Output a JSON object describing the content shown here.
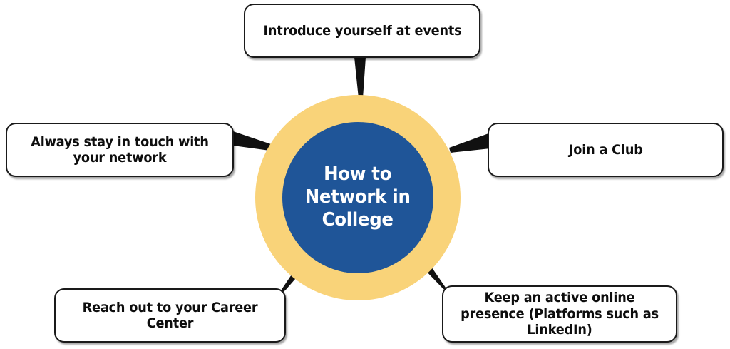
{
  "diagram": {
    "type": "hub-and-spoke",
    "title": "How to Network in College",
    "center": {
      "label": "How to\nNetwork in\nCollege",
      "ring_color": "#F9D379",
      "core_color": "#1F5598",
      "text_color": "#FFFFFF"
    },
    "style": {
      "background": "#FFFFFF",
      "box_fill": "#FFFFFF",
      "box_border": "#1A1A1A",
      "connector_color": "#111111",
      "text_color": "#0D0D0D"
    },
    "nodes": [
      {
        "id": "top",
        "label": "Introduce yourself at events",
        "position": "top"
      },
      {
        "id": "left",
        "label": "Always stay in touch with your network",
        "position": "left"
      },
      {
        "id": "right",
        "label": "Join a Club",
        "position": "right"
      },
      {
        "id": "bottom-left",
        "label": "Reach out to your Career Center",
        "position": "bottom-left"
      },
      {
        "id": "bottom-right",
        "label": "Keep an active online presence (Platforms such as LinkedIn)",
        "position": "bottom-right"
      }
    ]
  }
}
